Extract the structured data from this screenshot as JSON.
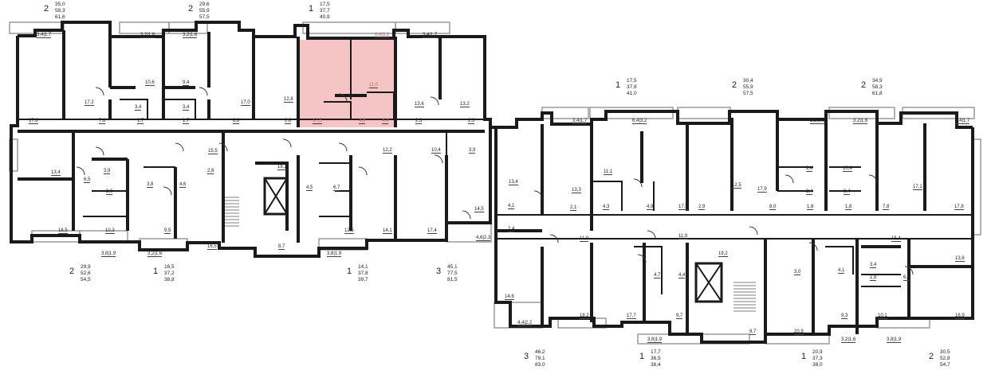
{
  "colors": {
    "wall": "#1a1a1a",
    "highlight_fill": "#f5c4c4",
    "highlight_text": "#c96a6a",
    "balcony": "#9a9a9a"
  },
  "apartments": [
    {
      "id": "a1",
      "rooms": "2",
      "areas": [
        "35,0",
        "58,3",
        "61,6"
      ]
    },
    {
      "id": "a2",
      "rooms": "2",
      "areas": [
        "29,6",
        "55,9",
        "57,5"
      ]
    },
    {
      "id": "a3",
      "rooms": "1",
      "areas": [
        "17,5",
        "37,7",
        "40,9"
      ]
    },
    {
      "id": "a4",
      "rooms": "1",
      "areas": [
        "17,5",
        "37,8",
        "41,0"
      ]
    },
    {
      "id": "a5",
      "rooms": "2",
      "areas": [
        "30,4",
        "55,9",
        "57,5"
      ]
    },
    {
      "id": "a6",
      "rooms": "2",
      "areas": [
        "34,9",
        "58,3",
        "61,8"
      ]
    },
    {
      "id": "a7",
      "rooms": "2",
      "areas": [
        "29,9",
        "52,6",
        "54,5"
      ]
    },
    {
      "id": "a8",
      "rooms": "1",
      "areas": [
        "16,5",
        "37,2",
        "38,8"
      ]
    },
    {
      "id": "a9",
      "rooms": "1",
      "areas": [
        "14,1",
        "37,8",
        "39,7"
      ]
    },
    {
      "id": "a10",
      "rooms": "3",
      "areas": [
        "45,1",
        "77,5",
        "81,5"
      ]
    },
    {
      "id": "a11",
      "rooms": "3",
      "areas": [
        "46,2",
        "79,1",
        "83,0"
      ]
    },
    {
      "id": "a12",
      "rooms": "1",
      "areas": [
        "17,7",
        "36,5",
        "38,4"
      ]
    },
    {
      "id": "a13",
      "rooms": "1",
      "areas": [
        "20,9",
        "37,3",
        "38,0"
      ]
    },
    {
      "id": "a14",
      "rooms": "2",
      "areas": [
        "30,5",
        "52,8",
        "54,7"
      ]
    }
  ],
  "room_labels": [
    "3,4|1,7",
    "3,2|1,6",
    "3,2|1,6",
    "6,4|3,2",
    "3,4|1,7",
    "10,6",
    "9,4",
    "3,4",
    "3,4",
    "17,2",
    "17,0",
    "1,7",
    "1,7",
    "12,8",
    "11,0",
    "13,6",
    "13,2",
    "17,8",
    "7,8",
    "8,8",
    "2,8",
    "17,5",
    "4,8",
    "4,4",
    "2,3",
    "2,3",
    "15,5",
    "12,2",
    "10,4",
    "3,9",
    "19,2",
    "3,9",
    "13,4",
    "6,5",
    "2,0",
    "3,8",
    "4,6",
    "2,8",
    "4,5",
    "6,7",
    "14,5",
    "16,5",
    "10,3",
    "9,5",
    "16,5",
    "8,7",
    "12,5",
    "14,1",
    "17,4",
    "4,6|2,3",
    "3,8|1,9",
    "3,2|1,6",
    "3,8|1,9",
    "3,4|1,7",
    "6,4|3,2",
    "3,2|1,6",
    "3,2|1,6",
    "3,4|1,7",
    "11,1",
    "13,4",
    "13,3",
    "4,3",
    "4,9",
    "17,5",
    "12,5",
    "17,9",
    "9,4",
    "3,4",
    "10,4",
    "3,4",
    "17,1",
    "4,1",
    "2,1",
    "2,9",
    "8,0",
    "1,8",
    "1,8",
    "7,8",
    "17,8",
    "2,4",
    "11,0",
    "11,9",
    "15,4",
    "19,2",
    "4,7",
    "4,4",
    "3,0",
    "4,1",
    "3,4",
    "1,9",
    "6,5",
    "13,6",
    "14,6",
    "18,2",
    "17,7",
    "9,7",
    "8,7",
    "20,9",
    "9,3",
    "10,1",
    "16,9",
    "4,4|2,2",
    "3,8|1,9",
    "3,2|1,6",
    "3,8|1,9"
  ]
}
